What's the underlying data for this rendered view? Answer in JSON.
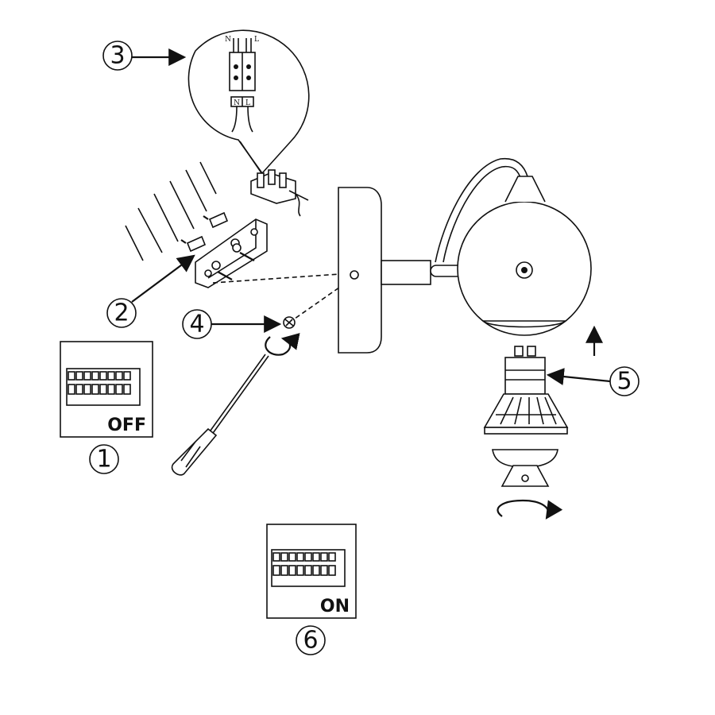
{
  "steps": {
    "s1": "1",
    "s2": "2",
    "s3": "3",
    "s4": "4",
    "s5": "5",
    "s6": "6"
  },
  "switch_off_label": "OFF",
  "switch_on_label": "ON",
  "terminal_inset": {
    "top_n": "N",
    "top_l": "L",
    "bottom_n": "N",
    "bottom_l": "L"
  },
  "icons": [
    "circuit-breaker-panel-off",
    "wall-mounting-bracket",
    "terminal-block",
    "screw",
    "screwdriver",
    "wall-lamp",
    "gu10-bulb",
    "rotation-arrow",
    "up-arrow",
    "circuit-breaker-panel-on"
  ]
}
